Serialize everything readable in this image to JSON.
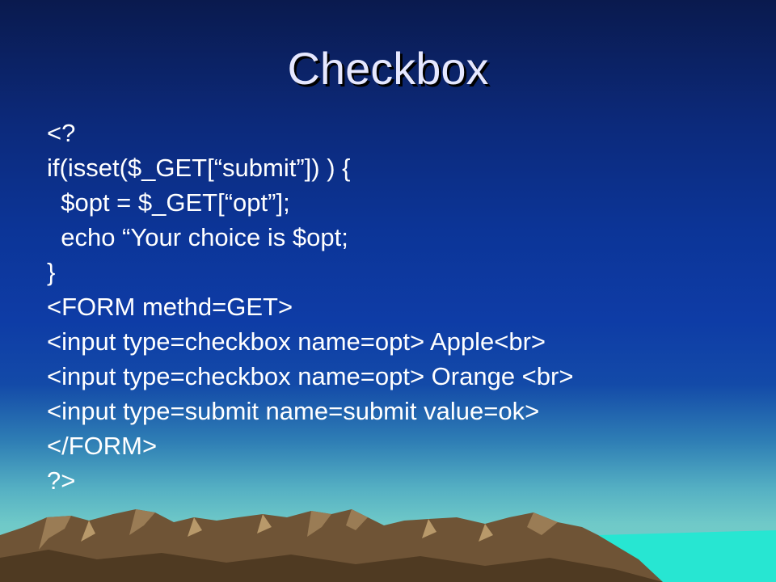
{
  "slide": {
    "title": "Checkbox",
    "code_lines": [
      "<?",
      "if(isset($_GET[“submit”]) ) {",
      "  $opt = $_GET[“opt”];",
      "  echo “Your choice is $opt;",
      "}",
      "<FORM methd=GET>",
      "<input type=checkbox name=opt> Apple<br>",
      "<input type=checkbox name=opt> Orange <br>",
      "<input type=submit name=submit value=ok>",
      "</FORM>",
      "?>"
    ]
  },
  "colors": {
    "title_text": "#e6e8ff",
    "code_text": "#ffffff",
    "background_top": "#0a1a4e",
    "background_bottom": "#7ccfcc",
    "mountain": "#7a5f3e",
    "sea": "#27e6d2"
  }
}
